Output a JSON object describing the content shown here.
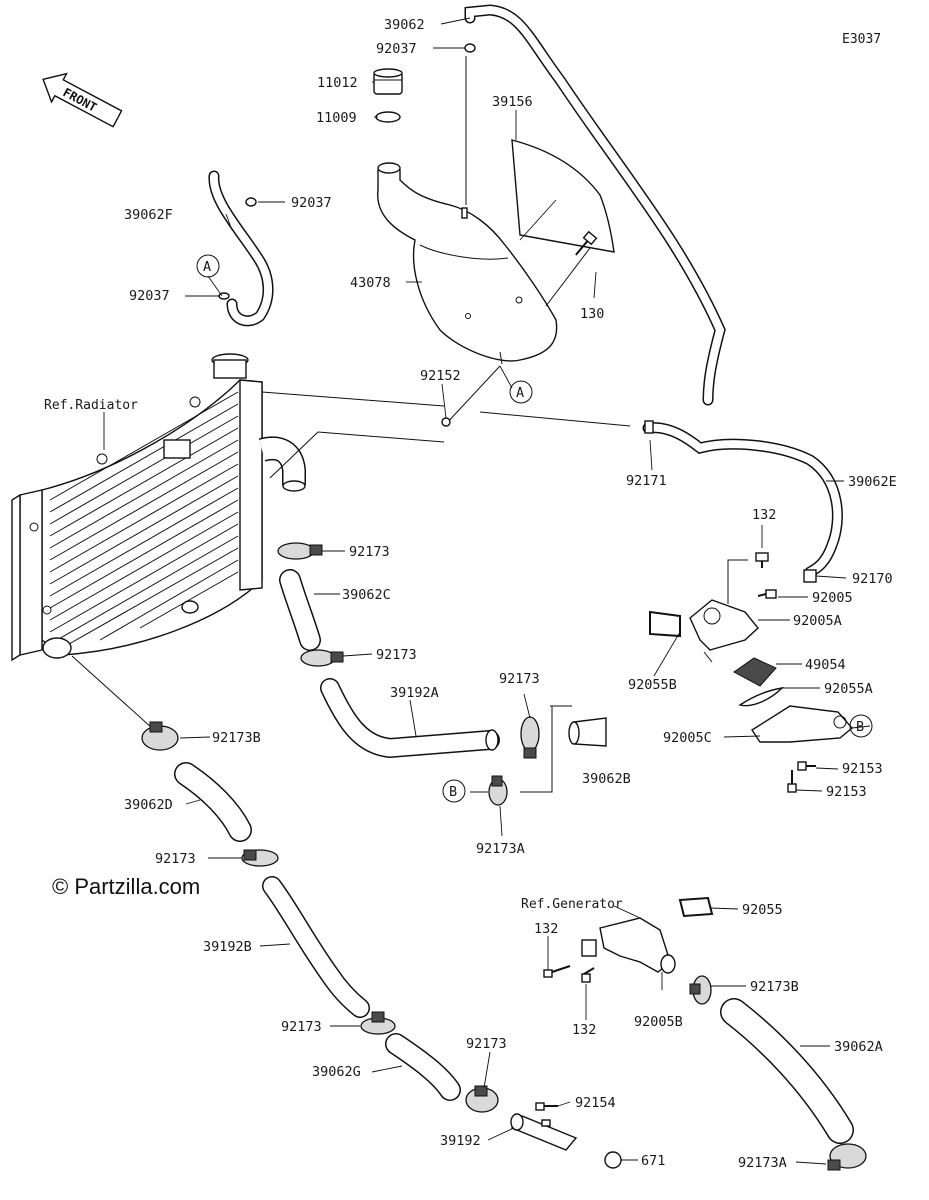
{
  "diagram_code": "E3037",
  "front_label": "FRONT",
  "watermark": "© Partzilla.com",
  "callouts": {
    "p39062_top": "39062",
    "p92037_top": "92037",
    "p11012": "11012",
    "p11009": "11009",
    "p39156": "39156",
    "p92037_left": "92037",
    "p39062F": "39062F",
    "circA_top": "A",
    "p92037_mid": "92037",
    "p43078": "43078",
    "p130": "130",
    "ref_radiator": "Ref.Radiator",
    "p92152": "92152",
    "circA_tank": "A",
    "p92171": "92171",
    "p39062E": "39062E",
    "p92173_a": "92173",
    "p132_top": "132",
    "p92170": "92170",
    "p39062C": "39062C",
    "p92005": "92005",
    "p92005A": "92005A",
    "p92173_b": "92173",
    "p92055B": "92055B",
    "p49054": "49054",
    "p39192A": "39192A",
    "p92173_c": "92173",
    "p92055A": "92055A",
    "p92173B_left": "92173B",
    "p92005C": "92005C",
    "circB_right": "B",
    "p39062B": "39062B",
    "p92153_a": "92153",
    "circB_left": "B",
    "p92153_b": "92153",
    "p39062D": "39062D",
    "p92173A_mid": "92173A",
    "p92173_d": "92173",
    "ref_generator": "Ref.Generator",
    "p92055": "92055",
    "p132_gen1": "132",
    "p39192B": "39192B",
    "p92173B_right": "92173B",
    "p132_gen2": "132",
    "p92005B": "92005B",
    "p92173_e": "92173",
    "p92173_f": "92173",
    "p39062G": "39062G",
    "p39062A": "39062A",
    "p92154": "92154",
    "p39192": "39192",
    "p671": "671",
    "p92173A_bottom": "92173A"
  }
}
